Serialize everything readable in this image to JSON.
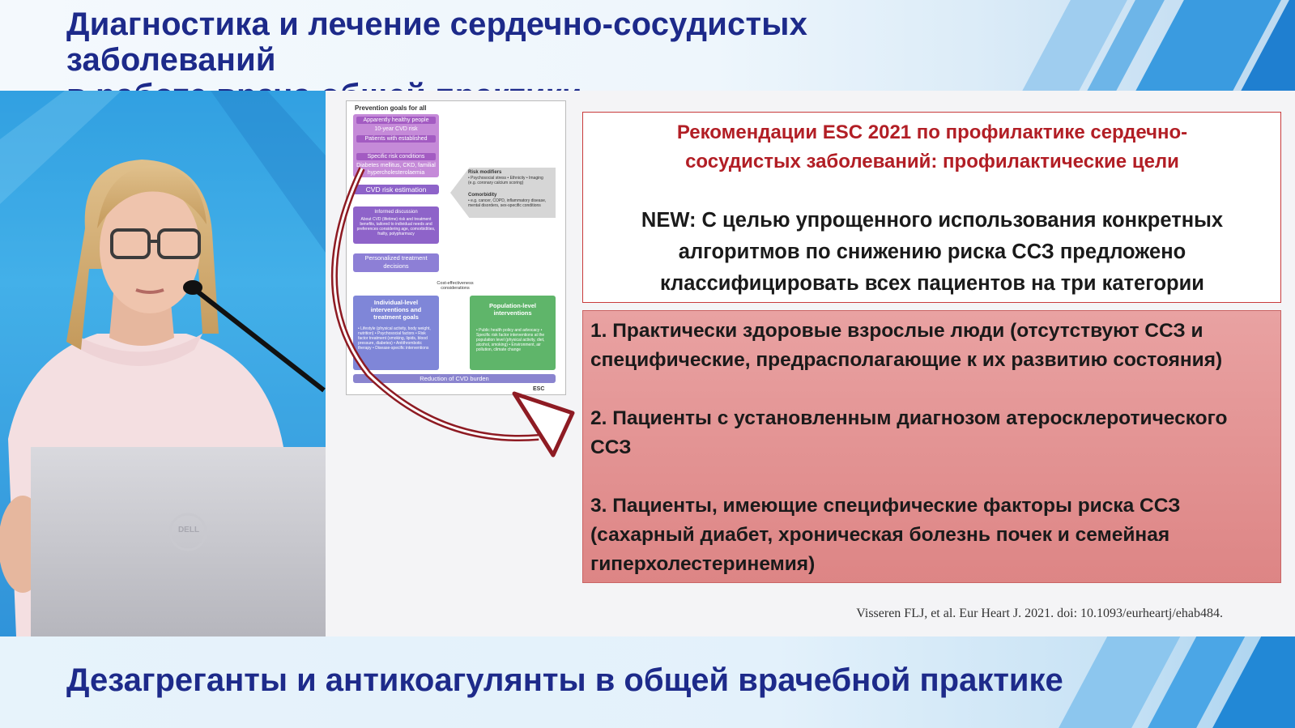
{
  "header": {
    "title_line1": "Диагностика и лечение сердечно-сосудистых заболеваний",
    "title_line2": "в работе врача общей практики"
  },
  "slide": {
    "title_line1": "Рекомендации ESC 2021 по профилактике сердечно-",
    "title_line2": "сосудистых заболеваний: профилактические цели",
    "new_label": "NEW",
    "new_line1": ": С целью упрощенного использования конкретных",
    "new_line2": "алгоритмов по снижению риска ССЗ предложено",
    "new_line3": "классифицировать всех пациентов на три категории",
    "categories": [
      {
        "line1": "1. Практически здоровые взрослые люди (отсутствуют ССЗ и",
        "line2": "специфические, предрасполагающие к их развитию состояния)"
      },
      {
        "line1": "2. Пациенты с установленным диагнозом атеросклеротического",
        "line2": "ССЗ"
      },
      {
        "line1": "3. Пациенты, имеющие специфические факторы риска ССЗ",
        "line2": "(сахарный диабет, хроническая болезнь почек и семейная",
        "line3": "гиперхолестеринемия)"
      }
    ],
    "citation": "Visseren FLJ, et al. Eur Heart J. 2021. doi: 10.1093/eurheartj/ehab484."
  },
  "infographic": {
    "title": "Prevention goals for all",
    "box1": "Apparently healthy people",
    "box1b": "10-year CVD risk",
    "box2": "Patients with established ASCVD",
    "box3": "Specific risk conditions",
    "box3b": "Diabetes mellitus, CKD, familial hypercholesterolaemia",
    "cvd_risk": "CVD risk estimation",
    "risk_modifiers_title": "Risk modifiers",
    "risk_modifiers": "• Psychosocial stress • Ethnicity • Imaging (e.g. coronary calcium scoring)",
    "comorbidity_title": "Comorbidity",
    "comorbidity": "• e.g. cancer, COPD, inflammatory disease, mental disorders, sex-specific conditions",
    "informed": "Informed discussion",
    "informed_text": "About CVD (lifetime) risk and treatment benefits, tailored to individual needs and preferences considering age, comorbidities, frailty, polypharmacy",
    "personalized": "Personalized treatment decisions",
    "cost": "Cost-effectiveness considerations",
    "individual": "Individual-level interventions and treatment goals",
    "individual_text": "• Lifestyle (physical activity, body weight, nutrition) • Psychosocial factors • Risk factor treatment (smoking, lipids, blood pressure, diabetes) • Antithrombotic therapy • Disease-specific interventions",
    "population": "Population-level interventions",
    "population_text": "• Public health policy and advocacy • Specific risk factor interventions at the population level (physical activity, diet, alcohol, smoking) • Environment, air pollution, climate change",
    "reduction": "Reduction of CVD burden",
    "esc": "ESC"
  },
  "laptop": {
    "brand": "DELL"
  },
  "footer": {
    "title": "Дезагреганты и антикоагулянты в общей врачебной практике"
  },
  "colors": {
    "title_blue": "#1d2a8a",
    "slide_red": "#b21e25",
    "category_fill": "#e39393",
    "infographic_purple": "#a35bc2",
    "infographic_green": "#5fb56a"
  }
}
